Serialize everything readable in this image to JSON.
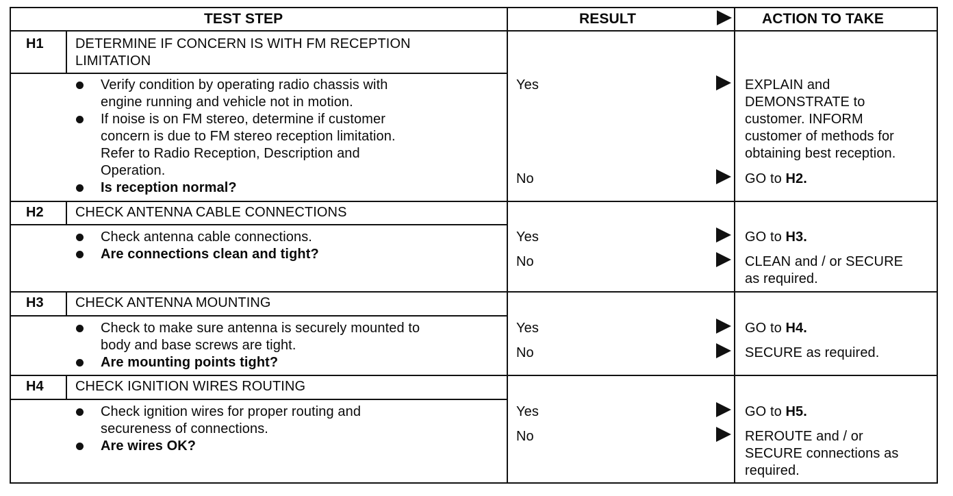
{
  "header": {
    "test_step": "TEST STEP",
    "result": "RESULT",
    "action": "ACTION TO TAKE",
    "arrow_icon": "right-triangle-arrow"
  },
  "steps": [
    {
      "id": "H1",
      "title": [
        "DETERMINE IF CONCERN IS WITH FM RECEPTION",
        "LIMITATION"
      ],
      "bullets": [
        {
          "lines": [
            "Verify condition by operating radio chassis with",
            "engine running and vehicle not in motion."
          ],
          "bold": false
        },
        {
          "lines": [
            "If noise is on FM stereo, determine if customer",
            "concern is due to FM stereo reception limitation.",
            "Refer to Radio Reception, Description and",
            "Operation."
          ],
          "bold": false
        },
        {
          "lines": [
            "Is reception normal?"
          ],
          "bold": true
        }
      ],
      "results": [
        {
          "answer": "Yes",
          "action_lines": [
            "EXPLAIN and",
            "DEMONSTRATE to",
            "customer. INFORM",
            "customer of methods for",
            "obtaining best reception."
          ]
        },
        {
          "answer": "No",
          "action_prefix": "GO to ",
          "action_bold": "H2."
        }
      ]
    },
    {
      "id": "H2",
      "title": [
        "CHECK ANTENNA CABLE CONNECTIONS"
      ],
      "bullets": [
        {
          "lines": [
            "Check antenna cable connections."
          ],
          "bold": false
        },
        {
          "lines": [
            "Are connections clean and tight?"
          ],
          "bold": true
        }
      ],
      "results": [
        {
          "answer": "Yes",
          "action_prefix": "GO to ",
          "action_bold": "H3."
        },
        {
          "answer": "No",
          "action_lines": [
            "CLEAN and / or SECURE",
            "as required."
          ]
        }
      ]
    },
    {
      "id": "H3",
      "title": [
        "CHECK ANTENNA MOUNTING"
      ],
      "bullets": [
        {
          "lines": [
            "Check to make sure antenna is securely mounted to",
            "body and base screws are tight."
          ],
          "bold": false
        },
        {
          "lines": [
            "Are mounting points tight?"
          ],
          "bold": true
        }
      ],
      "results": [
        {
          "answer": "Yes",
          "action_prefix": "GO to ",
          "action_bold": "H4."
        },
        {
          "answer": "No",
          "action_lines": [
            "SECURE as required."
          ]
        }
      ]
    },
    {
      "id": "H4",
      "title": [
        "CHECK IGNITION WIRES ROUTING"
      ],
      "bullets": [
        {
          "lines": [
            "Check ignition wires for proper routing and",
            "secureness of connections."
          ],
          "bold": false
        },
        {
          "lines": [
            "Are wires OK?"
          ],
          "bold": true
        }
      ],
      "results": [
        {
          "answer": "Yes",
          "action_prefix": "GO to ",
          "action_bold": "H5."
        },
        {
          "answer": "No",
          "action_lines": [
            "REROUTE and / or",
            "SECURE connections as",
            "required."
          ]
        }
      ]
    }
  ]
}
